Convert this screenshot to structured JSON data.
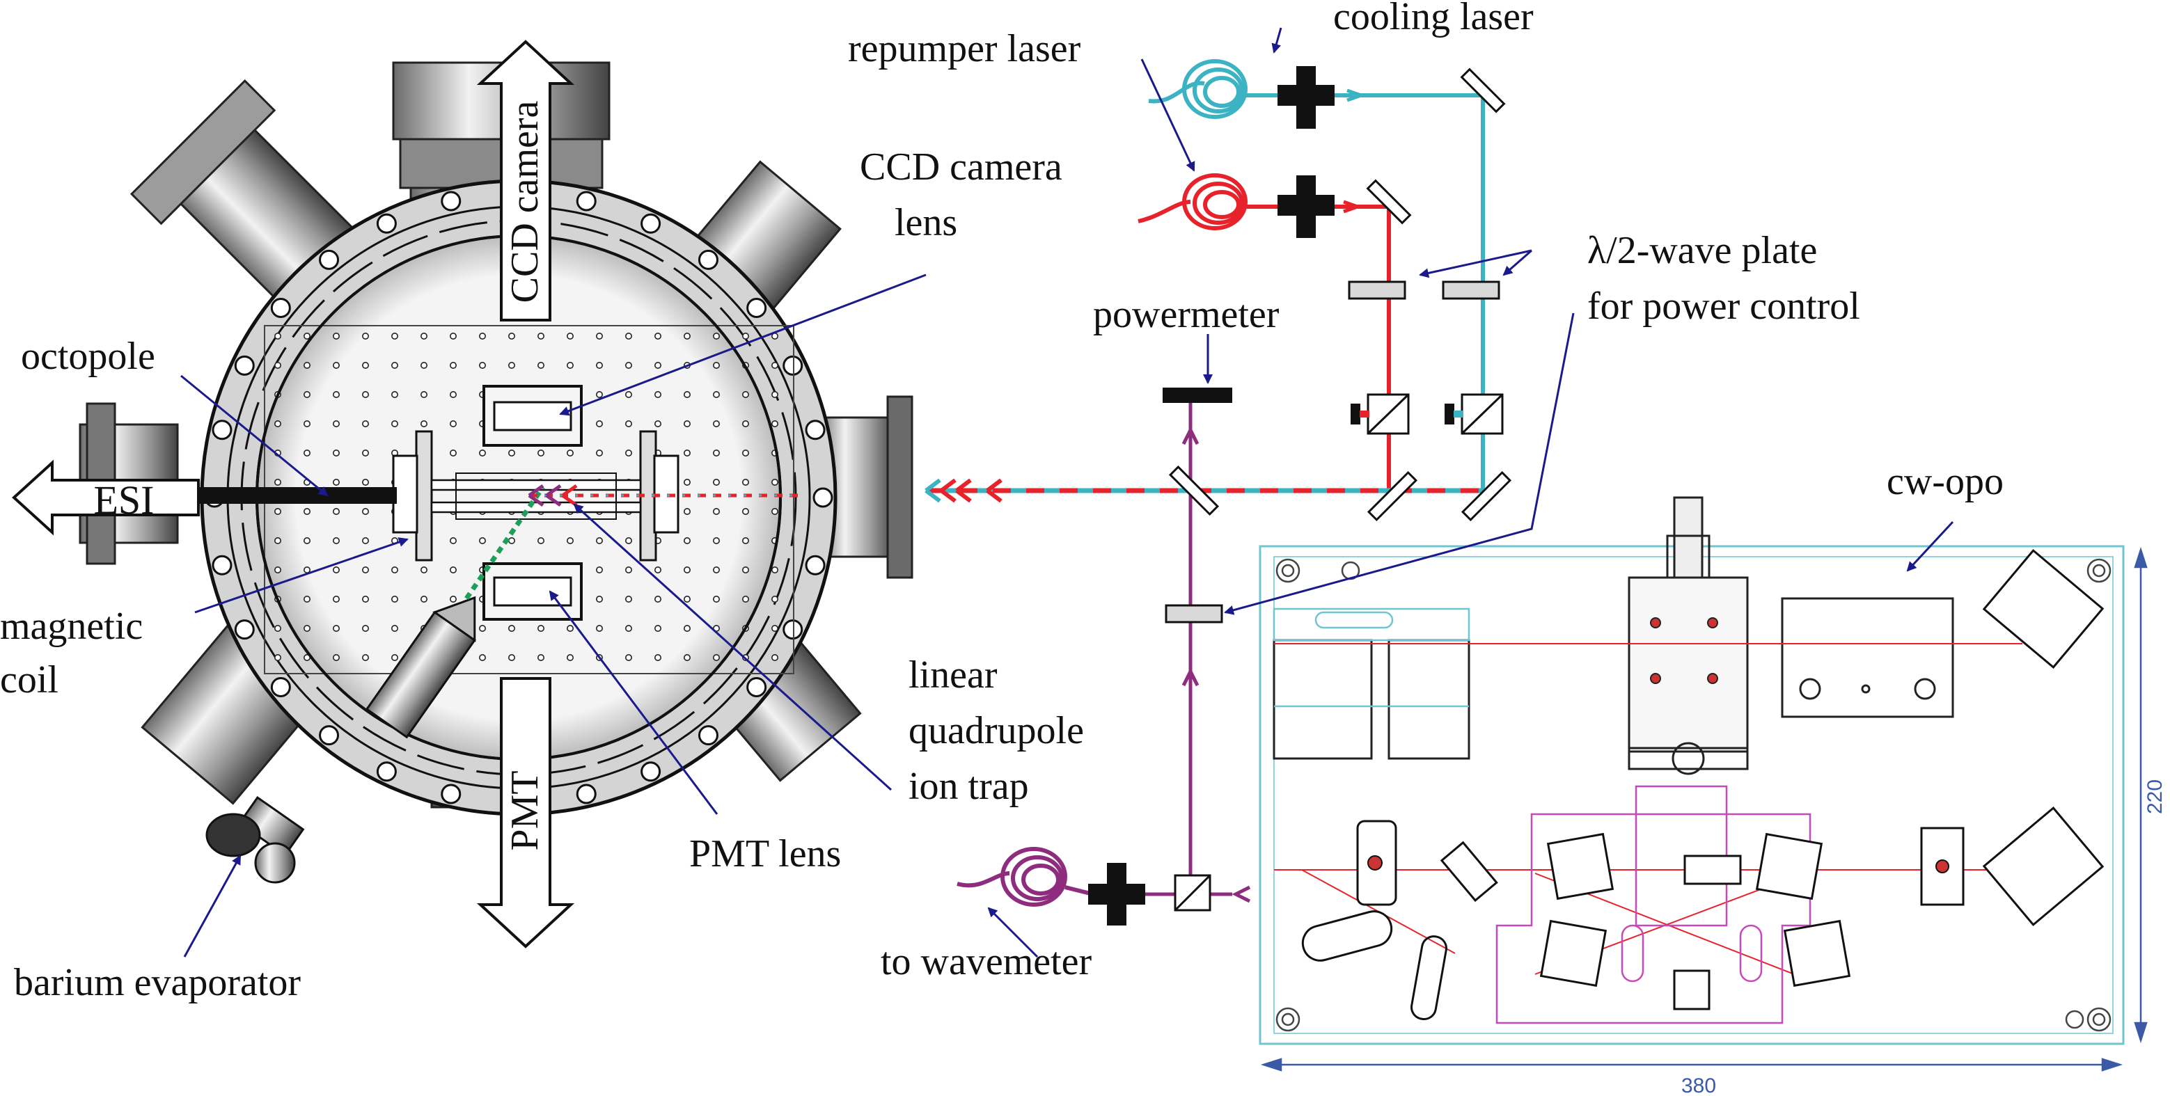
{
  "labels": {
    "ccd_camera_arrow": "CCD camera",
    "pmt_arrow": "PMT",
    "esi": "ESI",
    "octopole": "octopole",
    "magnetic_coil_1": "magnetic",
    "magnetic_coil_2": "coil",
    "barium_evaporator": "barium evaporator",
    "ccd_camera_lens_1": "CCD camera",
    "ccd_camera_lens_2": "lens",
    "linear_trap_1": "linear",
    "linear_trap_2": "quadrupole",
    "linear_trap_3": "ion trap",
    "pmt_lens": "PMT lens",
    "repumper_laser": "repumper laser",
    "cooling_laser": "cooling laser",
    "wave_plate_1": "λ/2-wave plate",
    "wave_plate_2": "for power control",
    "powermeter": "powermeter",
    "to_wavemeter": "to wavemeter",
    "cw_opo": "cw-opo",
    "dim_width": "380",
    "dim_height": "220"
  },
  "colors": {
    "cooling": "#3bb3c3",
    "repumper": "#e8222a",
    "opo_beam": "#8e2d7d",
    "arrow_label": "#1a1a8c",
    "trap_beam": "#1f9e5a",
    "drawing_cyan": "#6fc6d0",
    "drawing_magenta": "#c84ab8"
  }
}
